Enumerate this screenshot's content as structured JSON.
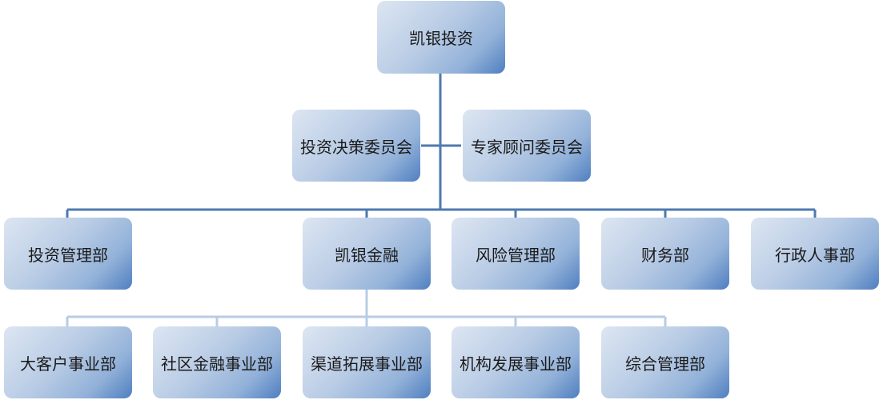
{
  "diagram": {
    "colors": {
      "line_dark": "#4f79b0",
      "line_light": "#b8cce4",
      "node_end": "#4f7fc0"
    },
    "root": {
      "label": "凯银投资"
    },
    "committees": [
      {
        "label": "投资决策委员会"
      },
      {
        "label": "专家顾问委员会"
      }
    ],
    "departments": [
      {
        "label": "投资管理部"
      },
      {
        "label": "凯银金融"
      },
      {
        "label": "风险管理部"
      },
      {
        "label": "财务部"
      },
      {
        "label": "行政人事部"
      }
    ],
    "sub_departments": [
      {
        "label": "大客户事业部"
      },
      {
        "label": "社区金融事业部"
      },
      {
        "label": "渠道拓展事业部"
      },
      {
        "label": "机构发展事业部"
      },
      {
        "label": "综合管理部"
      }
    ]
  }
}
